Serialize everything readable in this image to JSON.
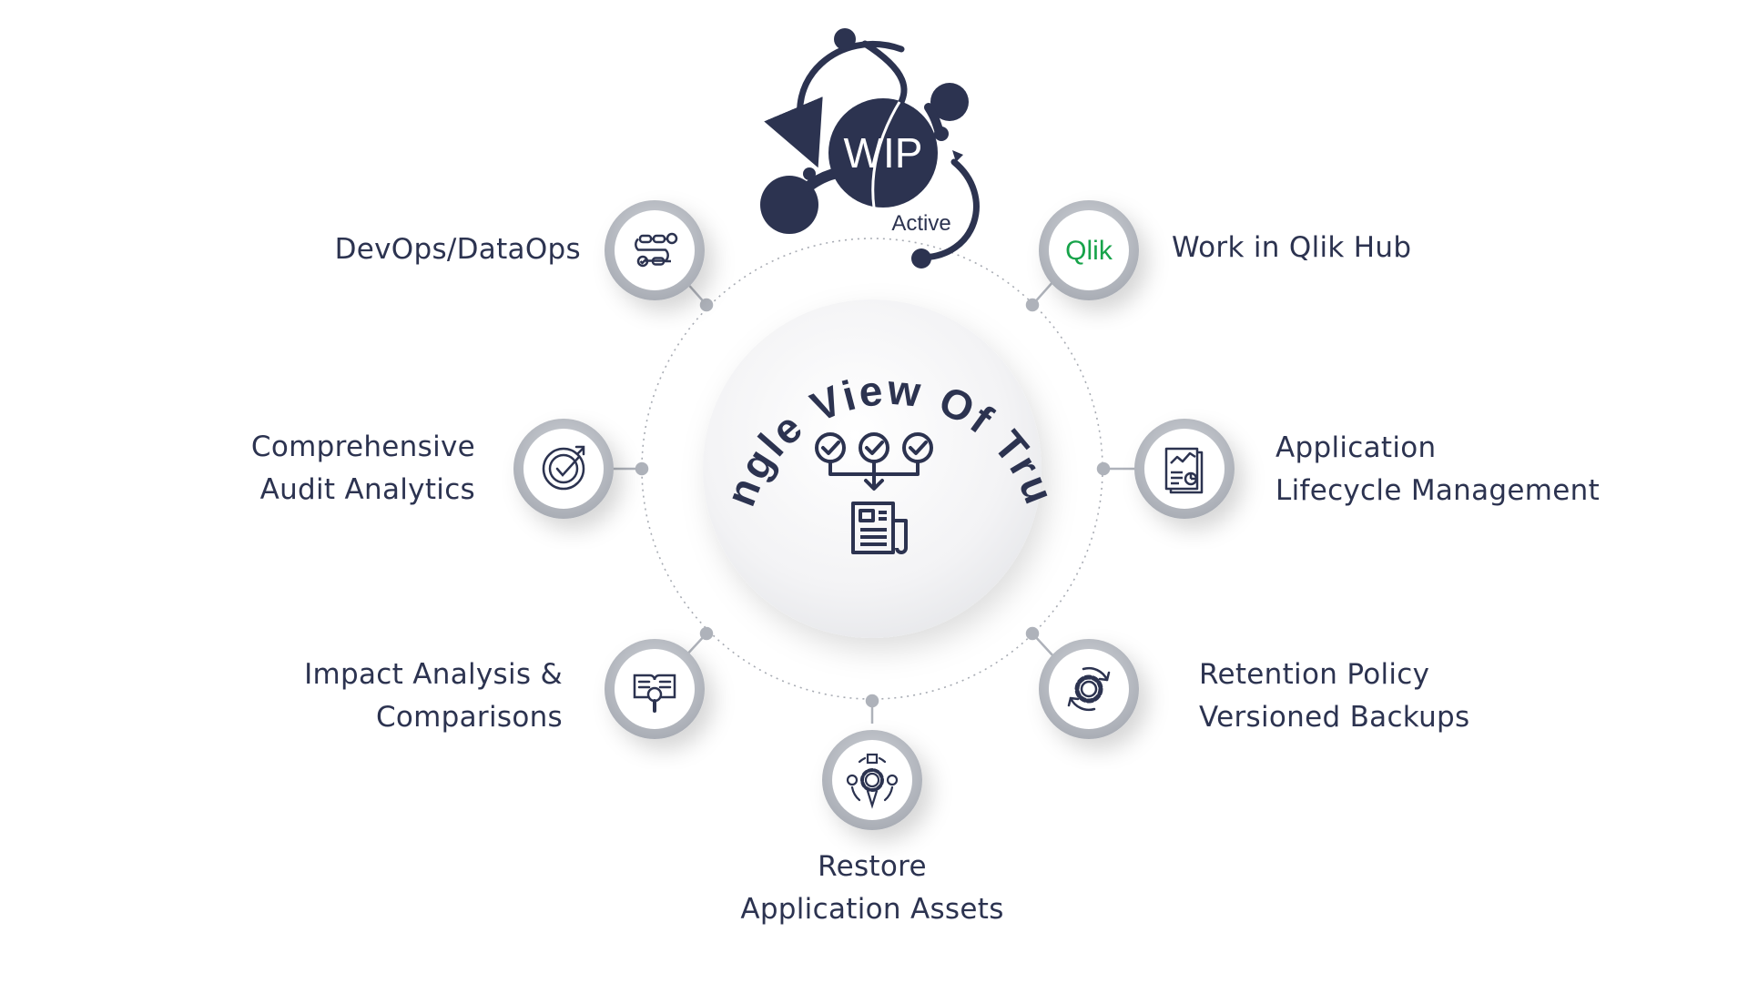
{
  "logo": {
    "text": "WIP",
    "subtext": "Active"
  },
  "hub": {
    "title": "Single View Of Truth"
  },
  "features": [
    {
      "id": "devops",
      "lines": [
        "DevOps/DataOps"
      ],
      "icon": "pipeline-icon"
    },
    {
      "id": "qlik-hub",
      "lines": [
        "Work in Qlik Hub"
      ],
      "icon": "qlik-logo-icon",
      "badge": "Qlik"
    },
    {
      "id": "audit",
      "lines": [
        "Comprehensive",
        "Audit Analytics"
      ],
      "icon": "audit-target-icon"
    },
    {
      "id": "alm",
      "lines": [
        "Application",
        "Lifecycle Management"
      ],
      "icon": "report-chart-icon"
    },
    {
      "id": "impact",
      "lines": [
        "Impact Analysis &",
        "Comparisons"
      ],
      "icon": "magnifier-book-icon"
    },
    {
      "id": "retention",
      "lines": [
        "Retention Policy",
        "Versioned Backups"
      ],
      "icon": "gear-cycle-icon"
    },
    {
      "id": "restore",
      "lines": [
        "Restore",
        "Application Assets"
      ],
      "icon": "restore-gear-icon"
    }
  ],
  "colors": {
    "navy": "#2c3350",
    "ring_gray": "#b8bcc4",
    "connector_gray": "#aeb2ba",
    "qlik_green": "#17a34a"
  }
}
